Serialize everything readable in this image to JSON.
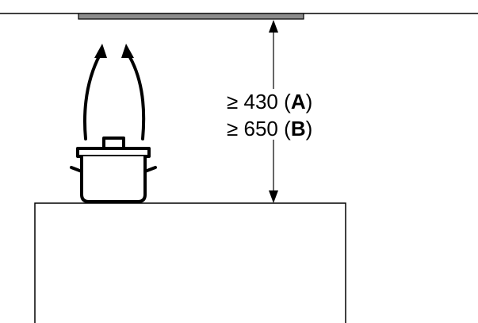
{
  "clearance": {
    "line_a": {
      "symbol": "≥",
      "value": "430",
      "paren_open": "(",
      "key": "A",
      "paren_close": ")"
    },
    "line_b": {
      "symbol": "≥",
      "value": "650",
      "paren_open": "(",
      "key": "B",
      "paren_close": ")"
    }
  },
  "colors": {
    "stroke": "#000000",
    "hood": "#8c8c8c",
    "background": "#ffffff"
  }
}
